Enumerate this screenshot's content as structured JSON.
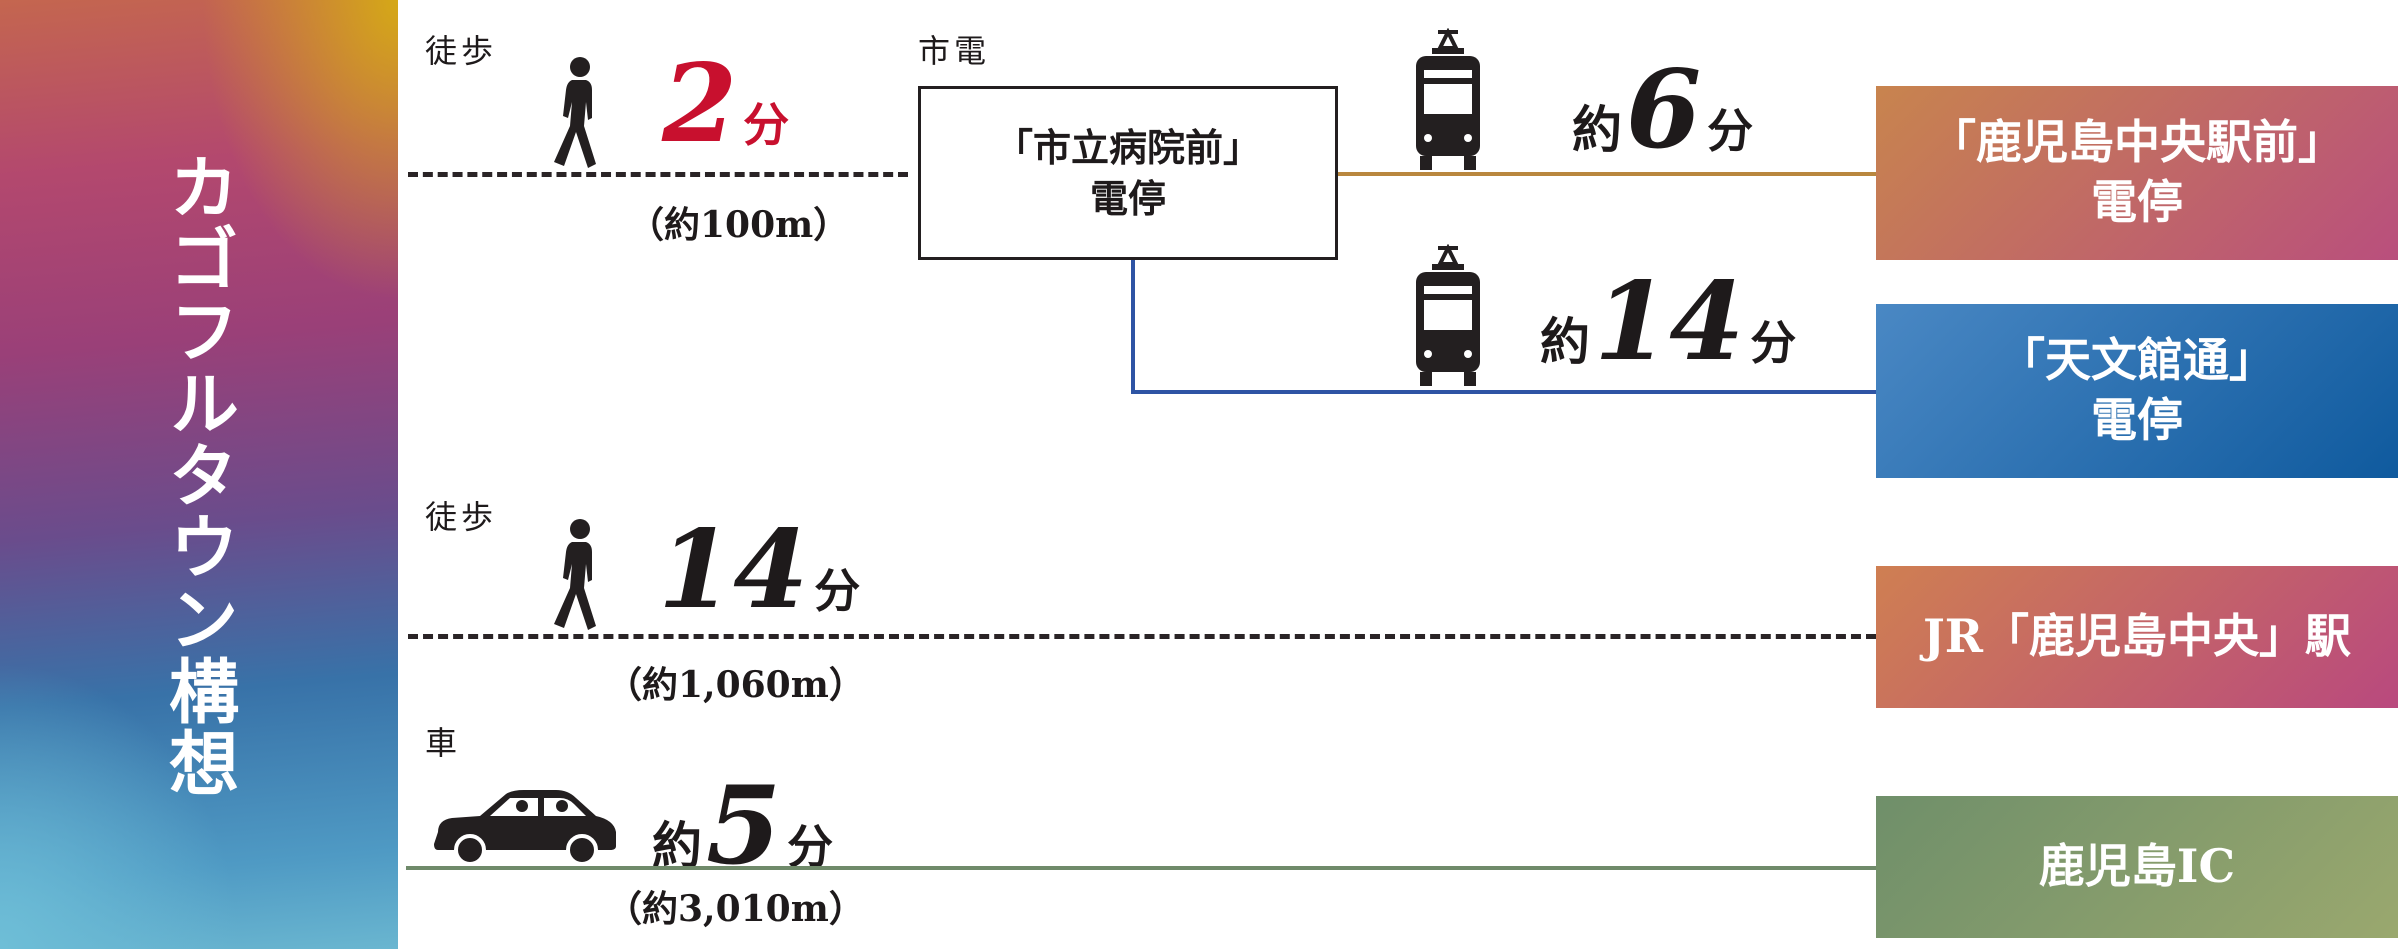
{
  "banner": {
    "title": "カゴフルタウン構想"
  },
  "colors": {
    "tram_line_1": "#b9873e",
    "tram_line_2": "#2e54a4",
    "car_line": "#6f8a6a",
    "walk_time_accent": "#c8102e",
    "dest_kagoshima_chuo_ekimae": [
      "#c8844e",
      "#b94f7d"
    ],
    "dest_tenmonkan": [
      "#4a88c4",
      "#0f5a9e"
    ],
    "dest_jr_kagoshima_chuo": [
      "#cf7f52",
      "#b9497e"
    ],
    "dest_kagoshima_ic": [
      "#6f8f6a",
      "#9aa86e"
    ]
  },
  "routes": {
    "walk_to_stop": {
      "mode": "徒歩",
      "time_number": "2",
      "time_unit": "分",
      "distance": "（約100m）",
      "icon": "walking-person-icon"
    },
    "tram": {
      "mode": "市電",
      "stop_line1": "「市立病院前」",
      "stop_line2": "電停",
      "icon": "tram-icon",
      "legs": [
        {
          "prefix": "約",
          "number": "6",
          "unit": "分"
        },
        {
          "prefix": "約",
          "number": "14",
          "unit": "分"
        }
      ]
    },
    "walk_to_jr": {
      "mode": "徒歩",
      "time_number": "14",
      "time_unit": "分",
      "distance": "（約1,060m）",
      "icon": "walking-person-icon"
    },
    "car": {
      "mode": "車",
      "prefix": "約",
      "time_number": "5",
      "time_unit": "分",
      "distance": "（約3,010m）",
      "icon": "car-icon"
    }
  },
  "destinations": {
    "kagoshima_chuo_ekimae": {
      "line1": "「鹿児島中央駅前」",
      "line2": "電停"
    },
    "tenmonkan": {
      "line1": "「天文館通」",
      "line2": "電停"
    },
    "jr_kagoshima_chuo": {
      "line1": "JR「鹿児島中央」駅"
    },
    "kagoshima_ic": {
      "line1": "鹿児島IC"
    }
  }
}
